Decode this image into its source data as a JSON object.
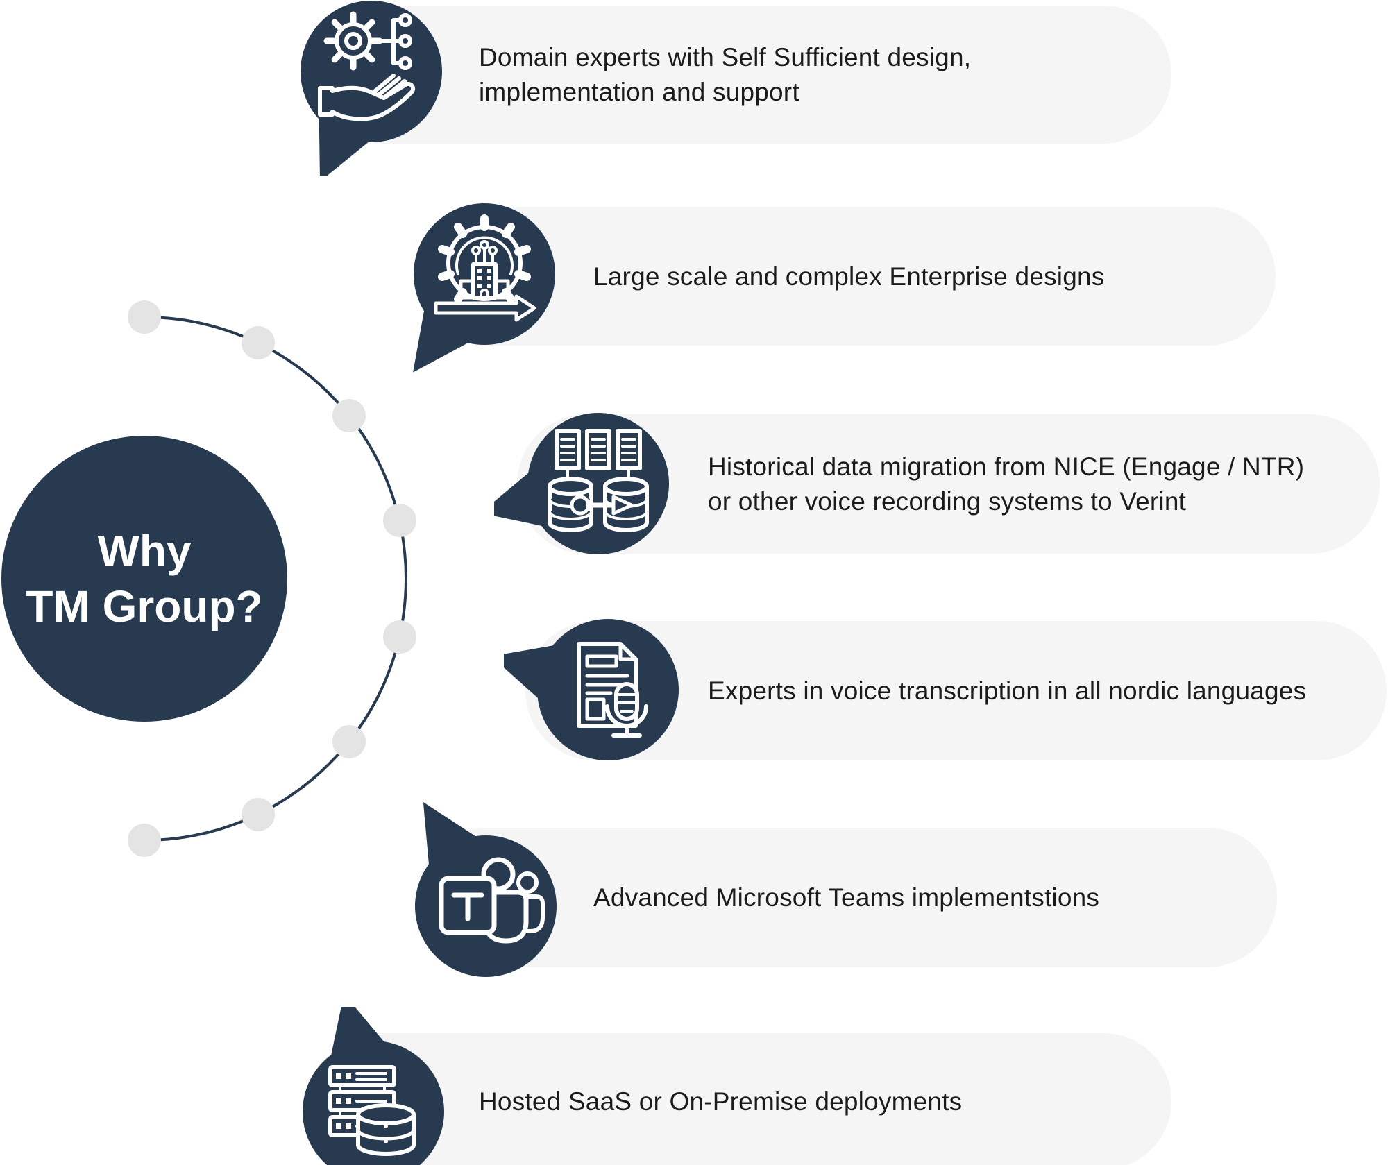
{
  "hub": {
    "title": "Why\nTM Group?"
  },
  "colors": {
    "navy": "#273A50",
    "pill_background": "#F5F5F6",
    "orbit_dot": "#E4E4E4",
    "text": "#1B1B1B",
    "icon_stroke": "#FFFFFF"
  },
  "items": [
    {
      "icon": "hand-gear-network-icon",
      "text": "Domain experts with Self Sufficient design,\nimplementation and support"
    },
    {
      "icon": "enterprise-gear-building-icon",
      "text": "Large scale and complex Enterprise designs"
    },
    {
      "icon": "database-migration-icon",
      "text": "Historical data migration from NICE (Engage / NTR)\nor other voice recording systems to Verint"
    },
    {
      "icon": "voice-transcription-icon",
      "text": "Experts in voice transcription in all nordic languages"
    },
    {
      "icon": "microsoft-teams-icon",
      "text": "Advanced Microsoft Teams implementstions"
    },
    {
      "icon": "hosted-servers-icon",
      "text": "Hosted SaaS or On-Premise deployments"
    }
  ]
}
